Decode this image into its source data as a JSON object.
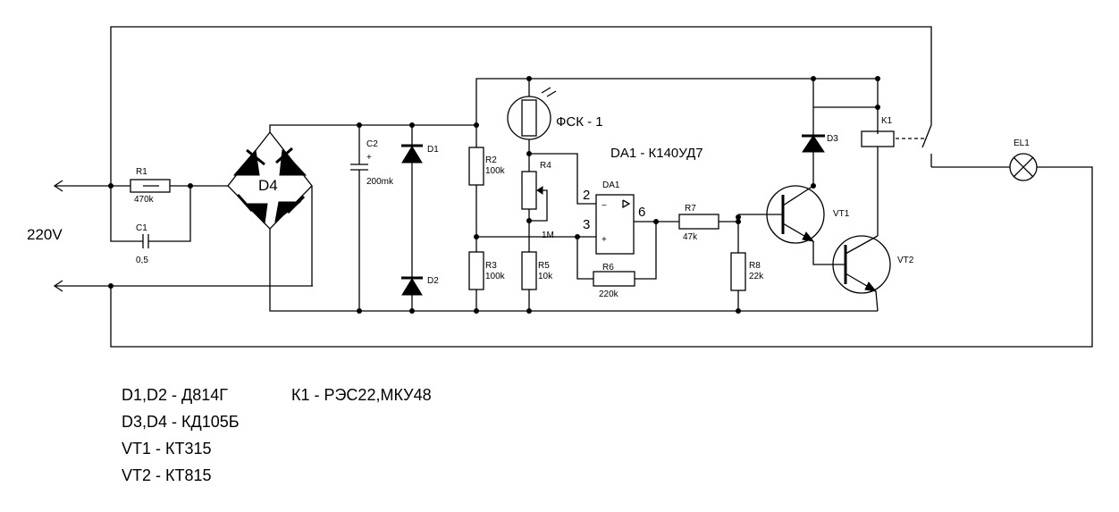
{
  "labels": {
    "supply": "220V",
    "photoresistor": "ФСК - 1",
    "opamp_title": "DA1 - К140УД7",
    "opamp_ref": "DA1",
    "pin2": "2",
    "pin3": "3",
    "pin6": "6",
    "minus": "−",
    "plus": "+",
    "c2_plus": "+",
    "D4": "D4",
    "R1": "R1",
    "R1_val": "470k",
    "C1": "C1",
    "C1_val": "0,5",
    "C2": "C2",
    "C2_val": "200mk",
    "D1": "D1",
    "D2": "D2",
    "D3": "D3",
    "R2": "R2",
    "R2_val": "100k",
    "R3": "R3",
    "R3_val": "100k",
    "R4": "R4",
    "R4_val": "1M",
    "R5": "R5",
    "R5_val": "10k",
    "R6": "R6",
    "R6_val": "220k",
    "R7": "R7",
    "R7_val": "47k",
    "R8": "R8",
    "R8_val": "22k",
    "K1": "K1",
    "EL1": "EL1",
    "VT1": "VT1",
    "VT2": "VT2"
  },
  "parts_list": [
    "D1,D2 - Д814Г",
    "D3,D4 - КД105Б",
    "VT1 - КТ315",
    "VT2 - КТ815",
    "К1 - РЭС22,МКУ48"
  ]
}
